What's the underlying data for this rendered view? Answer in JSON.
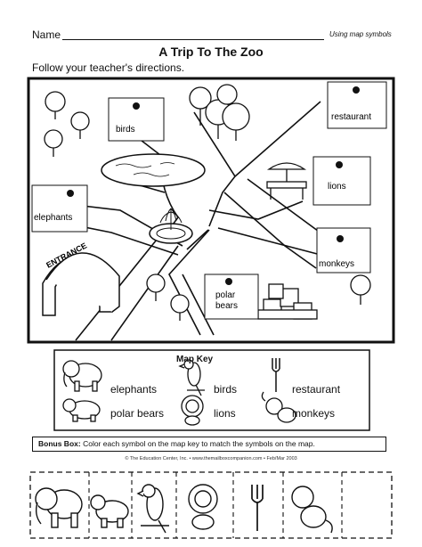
{
  "header": {
    "name_label": "Name",
    "subject": "Using map symbols",
    "title": "A Trip To The Zoo",
    "instructions": "Follow your teacher's directions."
  },
  "map": {
    "entrance_sign": "ENTRANCE",
    "labels": {
      "birds": "birds",
      "restaurant": "restaurant",
      "lions": "lions",
      "elephants": "elephants",
      "monkeys": "monkeys",
      "polar_bears_line1": "polar",
      "polar_bears_line2": "bears"
    }
  },
  "map_key": {
    "title": "Map Key",
    "items": [
      "elephants",
      "birds",
      "restaurant",
      "polar bears",
      "lions",
      "monkeys"
    ]
  },
  "bonus_box": {
    "label": "Bonus Box:",
    "text": "Color each symbol on the map key to match the symbols on the map."
  },
  "credit": "© The Education Center, Inc. • www.themailboxcompanion.com • Feb/Mar 2003"
}
